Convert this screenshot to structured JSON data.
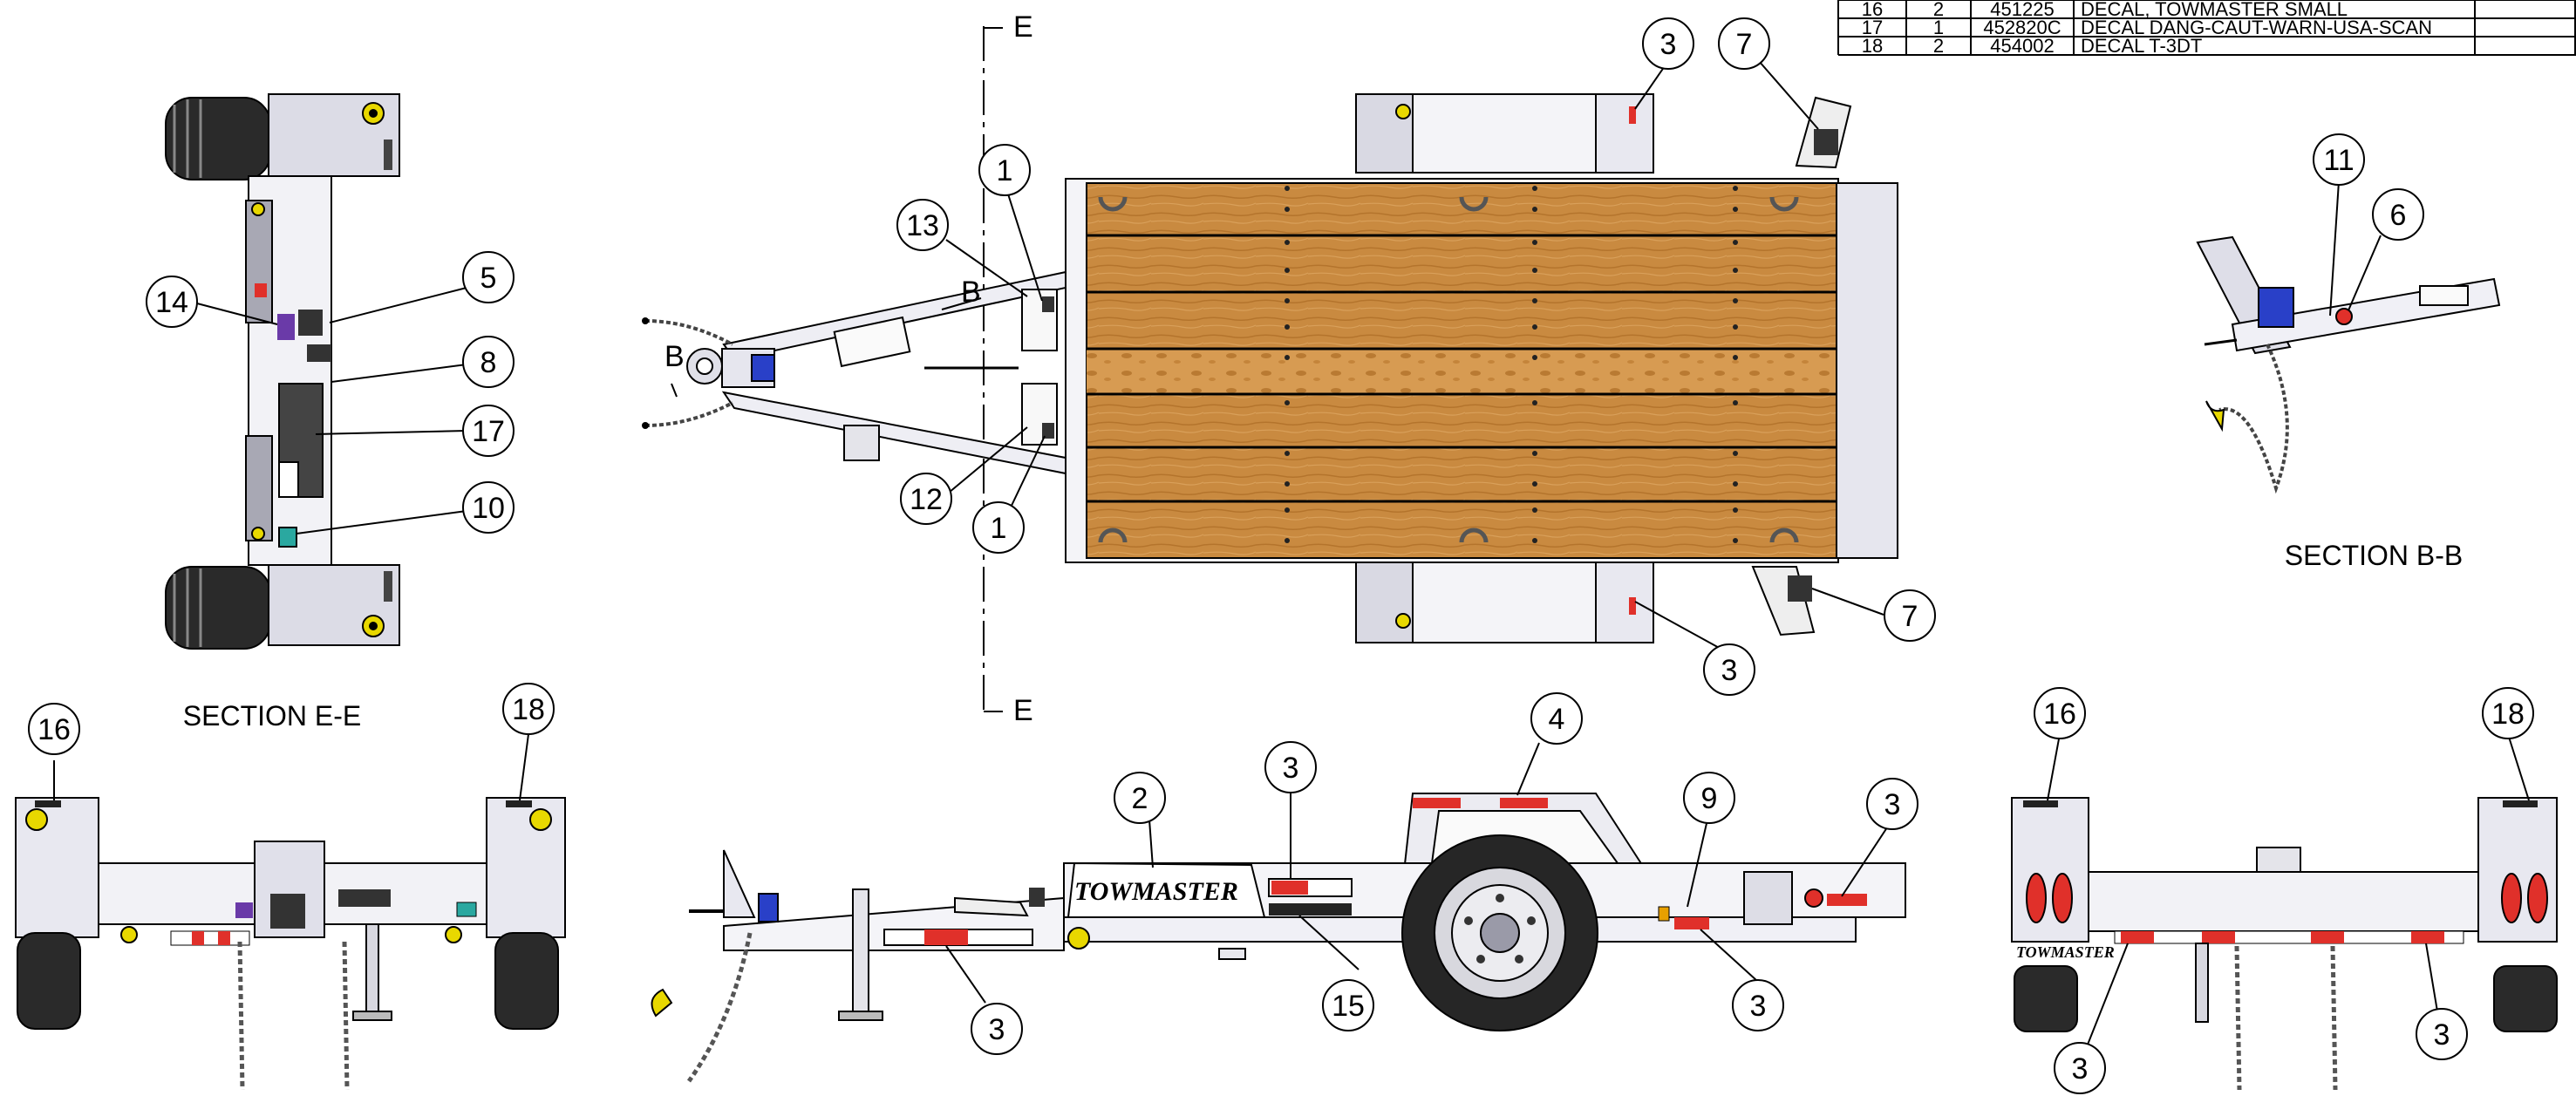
{
  "bom": {
    "rows": [
      {
        "item": "16",
        "qty": "2",
        "part": "451225",
        "desc": "DECAL, TOWMASTER SMALL"
      },
      {
        "item": "17",
        "qty": "1",
        "part": "452820C",
        "desc": "DECAL DANG-CAUT-WARN-USA-SCAN"
      },
      {
        "item": "18",
        "qty": "2",
        "part": "454002",
        "desc": "DECAL T-3DT"
      }
    ]
  },
  "captions": {
    "section_ee": "SECTION E-E",
    "section_bb": "SECTION B-B"
  },
  "section_marks": {
    "e_top": "E",
    "e_bottom": "E",
    "b_upper": "B",
    "b_lower": "B"
  },
  "logo": {
    "side_text": "TOWMASTER",
    "rear_text": "TOWMASTER"
  },
  "colors": {
    "wood": "#c8893e",
    "reflector_red": "#e0302a",
    "hitch_blue": "#2940c8",
    "lamp_yellow": "#e8d800",
    "teal_decal": "#2aa8a0",
    "steel": "#ececf2"
  },
  "balloons": [
    {
      "id": "b-1a",
      "label": "1"
    },
    {
      "id": "b-1b",
      "label": "1"
    },
    {
      "id": "b-13",
      "label": "13"
    },
    {
      "id": "b-12",
      "label": "12"
    },
    {
      "id": "b-3-top",
      "label": "3"
    },
    {
      "id": "b-3-planbot",
      "label": "3"
    },
    {
      "id": "b-7-top",
      "label": "7"
    },
    {
      "id": "b-7-bot",
      "label": "7"
    },
    {
      "id": "b-14",
      "label": "14"
    },
    {
      "id": "b-5",
      "label": "5"
    },
    {
      "id": "b-8",
      "label": "8"
    },
    {
      "id": "b-17",
      "label": "17"
    },
    {
      "id": "b-10",
      "label": "10"
    },
    {
      "id": "b-11",
      "label": "11"
    },
    {
      "id": "b-6",
      "label": "6"
    },
    {
      "id": "b-16-left",
      "label": "16"
    },
    {
      "id": "b-18-left",
      "label": "18"
    },
    {
      "id": "b-2",
      "label": "2"
    },
    {
      "id": "b-3-side1",
      "label": "3"
    },
    {
      "id": "b-4",
      "label": "4"
    },
    {
      "id": "b-9",
      "label": "9"
    },
    {
      "id": "b-3-side2",
      "label": "3"
    },
    {
      "id": "b-3-side3",
      "label": "3"
    },
    {
      "id": "b-15",
      "label": "15"
    },
    {
      "id": "b-3-side4",
      "label": "3"
    },
    {
      "id": "b-16-right",
      "label": "16"
    },
    {
      "id": "b-18-right",
      "label": "18"
    },
    {
      "id": "b-3-rear1",
      "label": "3"
    },
    {
      "id": "b-3-rear2",
      "label": "3"
    }
  ]
}
